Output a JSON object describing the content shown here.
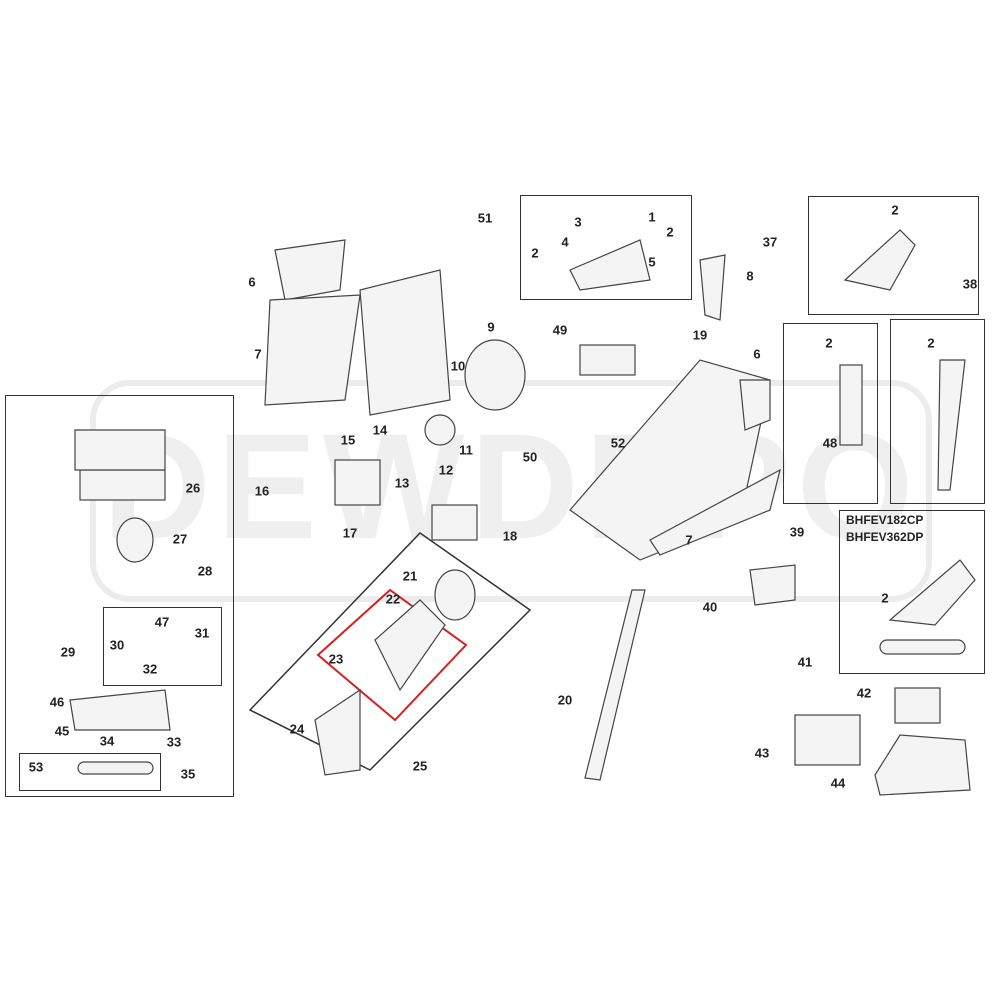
{
  "watermark": "DEWDEPO",
  "models": [
    "BHFEV182CP",
    "BHFEV362DP"
  ],
  "callouts": [
    "51",
    "3",
    "1",
    "4",
    "2",
    "2",
    "5",
    "8",
    "6",
    "7",
    "9",
    "49",
    "19",
    "10",
    "6",
    "37",
    "2",
    "38",
    "2",
    "2",
    "48",
    "39",
    "14",
    "15",
    "11",
    "12",
    "13",
    "52",
    "50",
    "17",
    "18",
    "7",
    "26",
    "16",
    "27",
    "28",
    "21",
    "22",
    "23",
    "24",
    "25",
    "20",
    "40",
    "41",
    "42",
    "43",
    "44",
    "29",
    "47",
    "30",
    "31",
    "32",
    "46",
    "45",
    "34",
    "33",
    "53",
    "35",
    "2"
  ],
  "colors": {
    "highlight": "#d42020",
    "line": "#333333"
  }
}
